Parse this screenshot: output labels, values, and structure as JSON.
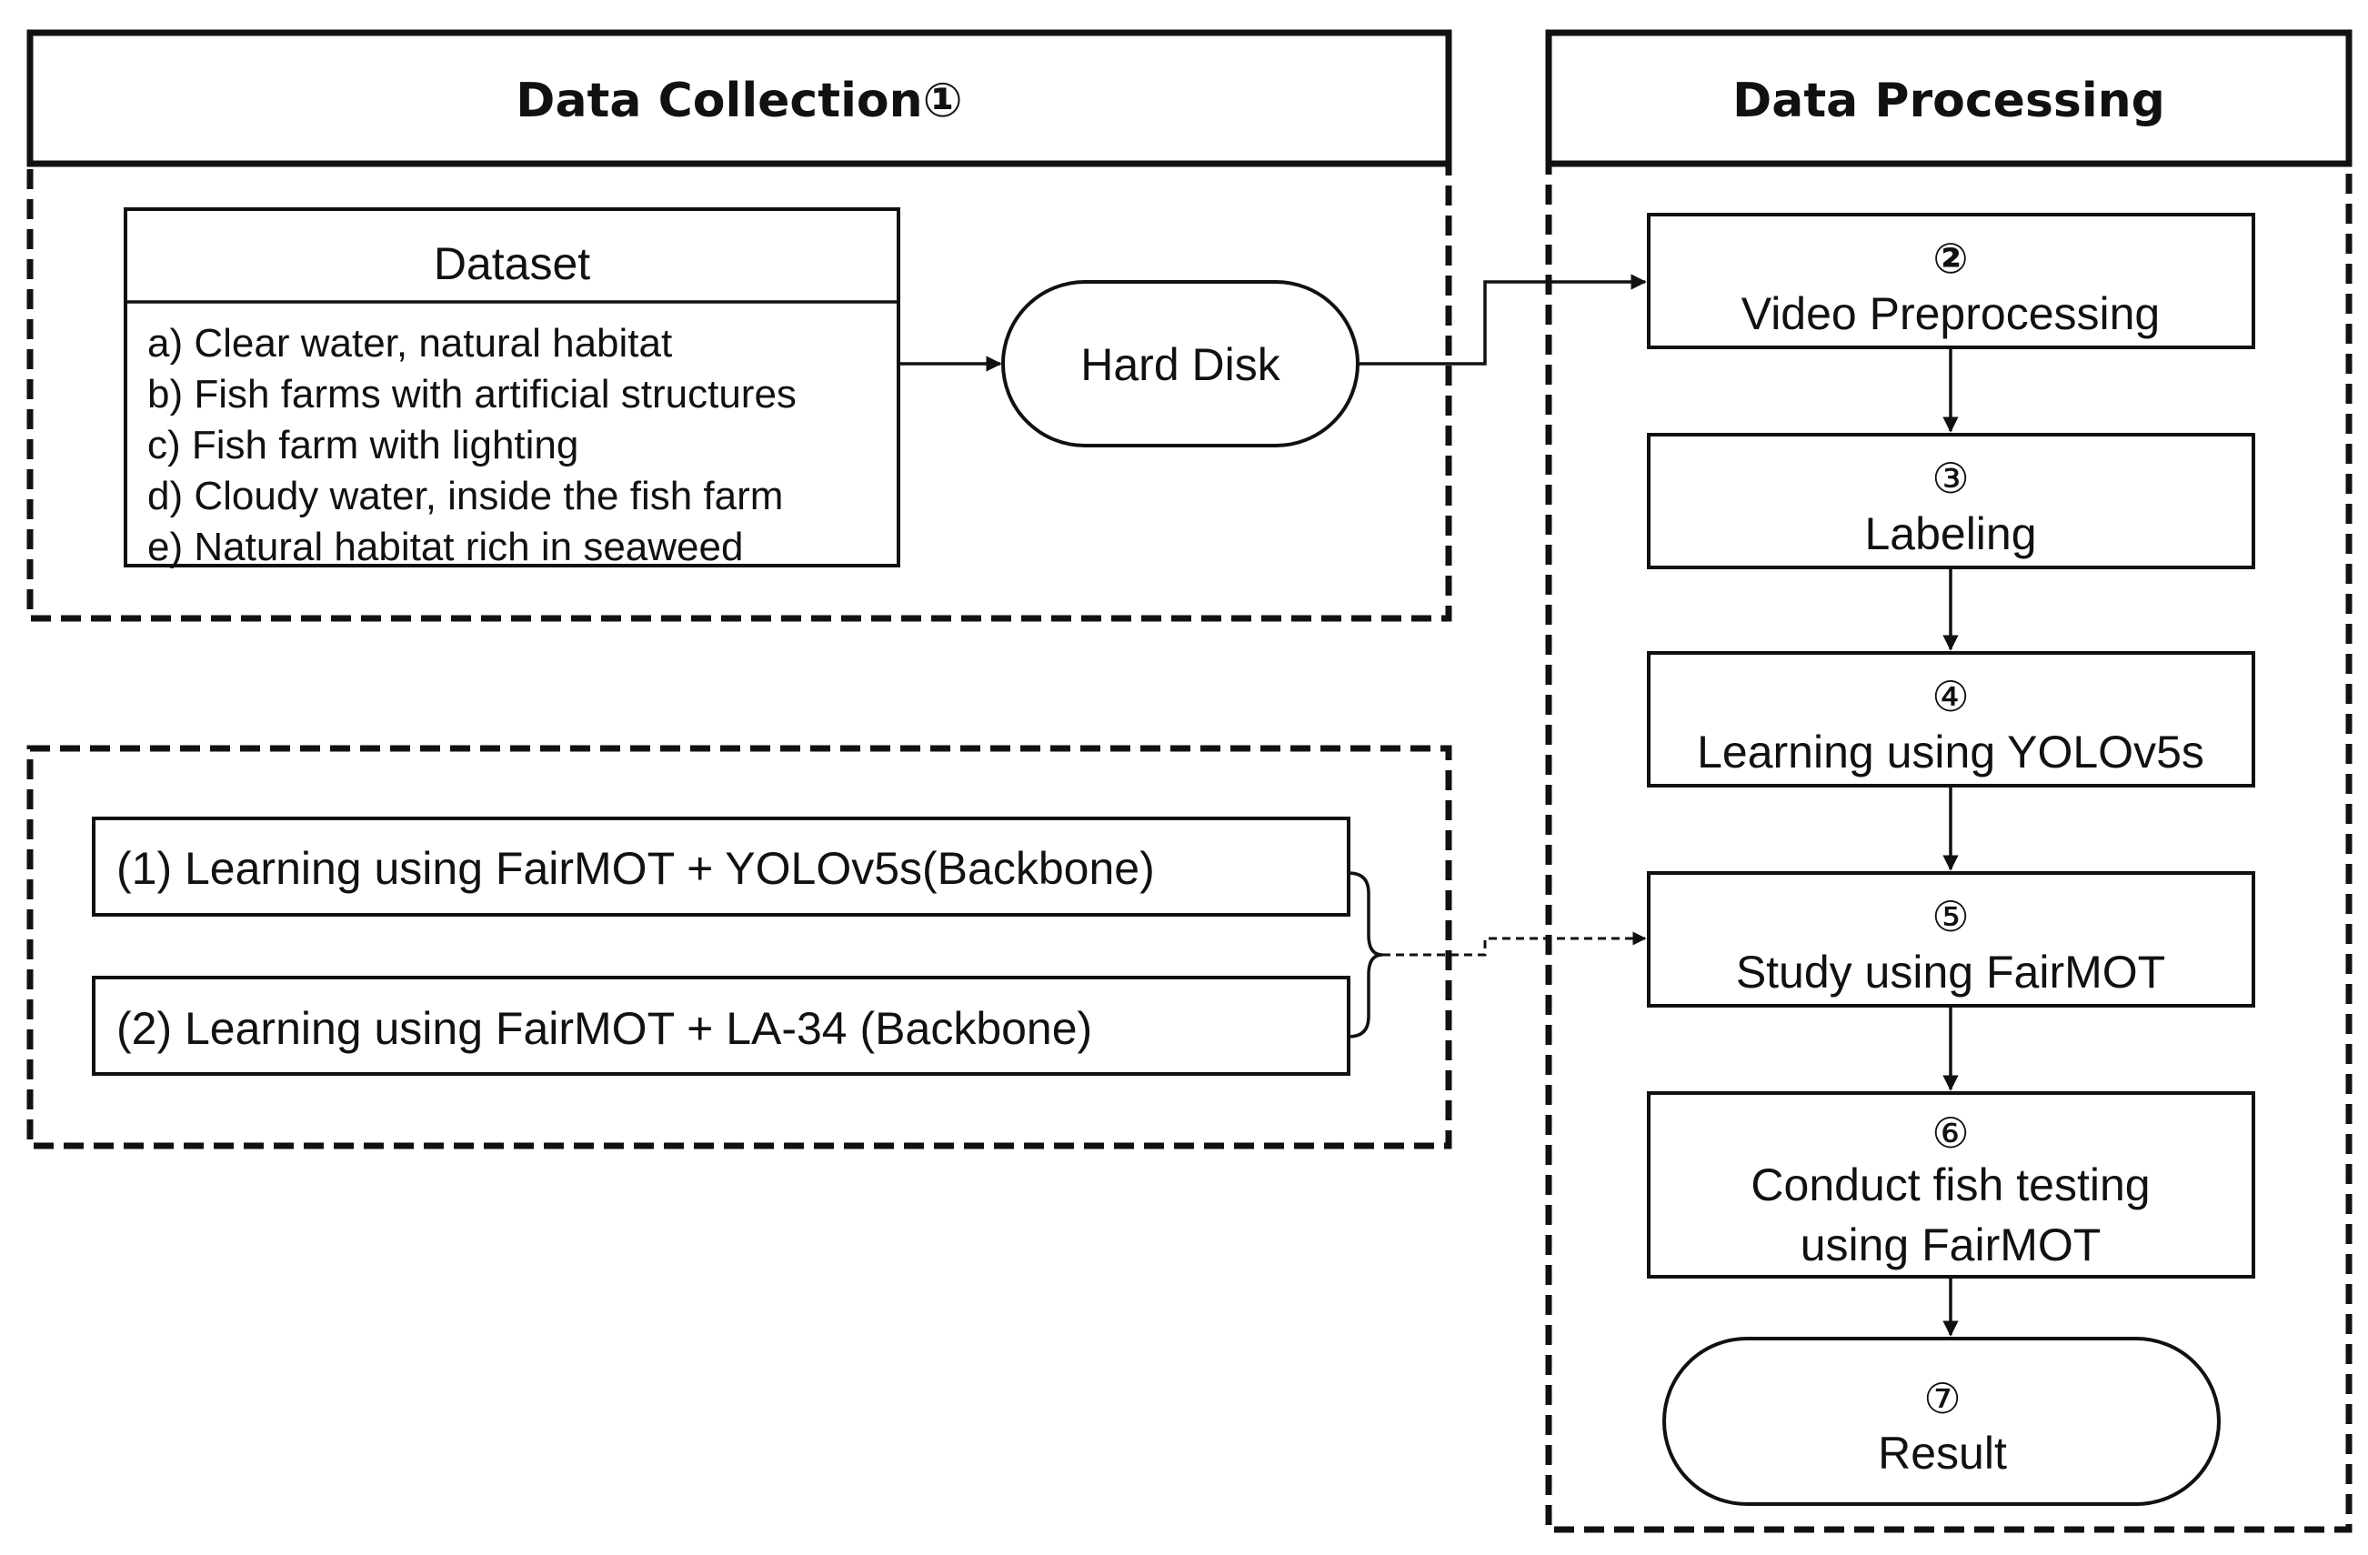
{
  "sections": {
    "collection": {
      "title": "Data Collection①"
    },
    "processing": {
      "title": "Data Processing"
    }
  },
  "dataset": {
    "title": "Dataset",
    "items": [
      "a) Clear water, natural habitat",
      "b) Fish farms with artificial structures",
      "c) Fish farm with lighting",
      "d) Cloudy water, inside the fish farm",
      "e) Natural habitat rich in seaweed"
    ]
  },
  "storage": {
    "label": "Hard Disk"
  },
  "models": [
    "(1) Learning using FairMOT + YOLOv5s(Backbone)",
    "(2) Learning using FairMOT + LA-34 (Backbone)"
  ],
  "steps": [
    {
      "num": "②",
      "lines": [
        "Video Preprocessing"
      ]
    },
    {
      "num": "③",
      "lines": [
        "Labeling"
      ]
    },
    {
      "num": "④",
      "lines": [
        "Learning using YOLOv5s"
      ]
    },
    {
      "num": "⑤",
      "lines": [
        "Study using FairMOT"
      ]
    },
    {
      "num": "⑥",
      "lines": [
        "Conduct fish testing",
        "using FairMOT"
      ]
    }
  ],
  "result": {
    "num": "⑦",
    "label": "Result"
  }
}
